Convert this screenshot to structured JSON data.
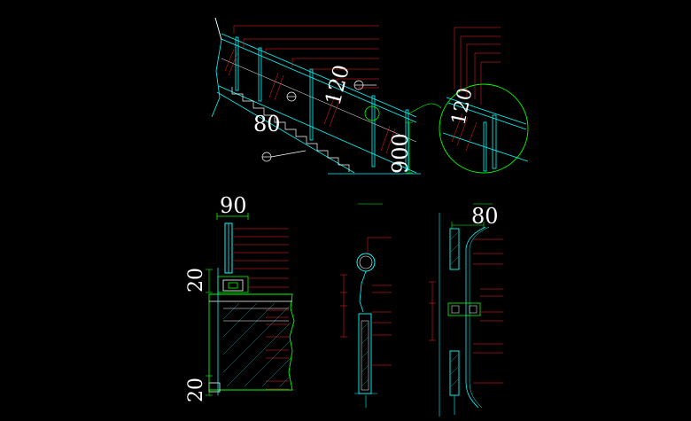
{
  "colors": {
    "background": "#000000",
    "outline": "#00ffff",
    "leader": "#ff2020",
    "label": "#ffff00",
    "detail_circle": "#00ff00",
    "dimension_text": "#ffffff",
    "hatch": "#00c8c8"
  },
  "elevation": {
    "dims": {
      "handrail_height": "900",
      "rail_offset": "120",
      "post_offset": "80"
    },
    "labels": [
      "",
      "",
      "",
      "",
      "",
      "",
      ""
    ]
  },
  "detail_callout": {
    "dims": {
      "offset": "120"
    },
    "labels": [
      "",
      "",
      "",
      "",
      ""
    ]
  },
  "section_left": {
    "dims": {
      "width": "90",
      "top": "20",
      "bottom": "20"
    },
    "labels": [
      "",
      "",
      "",
      "",
      "",
      "",
      "",
      "",
      "",
      "",
      "",
      "",
      "",
      "",
      "",
      ""
    ]
  },
  "section_mid": {
    "title": "",
    "ticks": [
      "",
      "",
      "",
      ""
    ],
    "labels": [
      "",
      "",
      "",
      "",
      "",
      "",
      ""
    ]
  },
  "section_right": {
    "title": "",
    "dims": {
      "width": "80"
    },
    "ticks": [
      "",
      ""
    ],
    "labels": [
      "",
      "",
      "",
      "",
      "",
      "",
      "",
      "",
      ""
    ]
  }
}
